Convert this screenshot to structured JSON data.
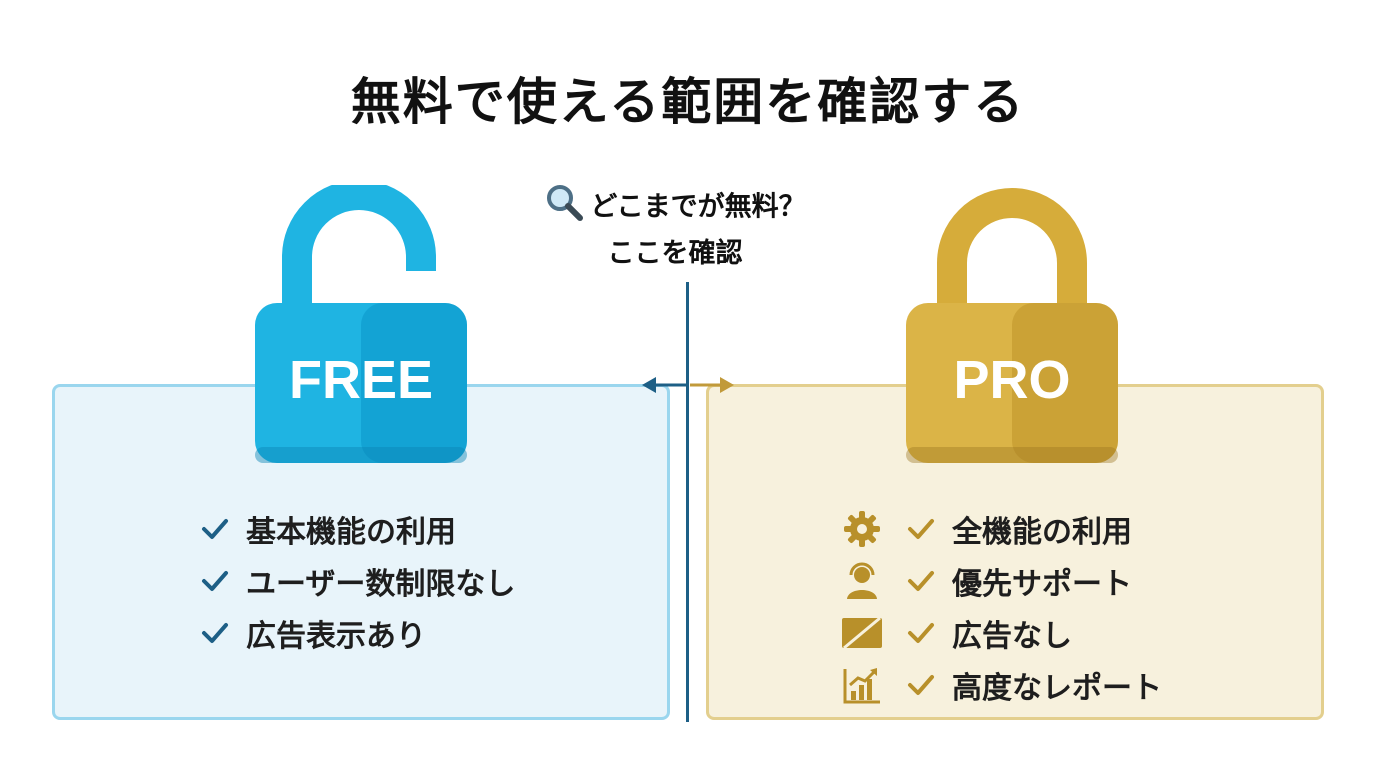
{
  "title": "無料で使える範囲を確認する",
  "center_note": {
    "line1": "どこまでが無料？",
    "line2": "ここを確認"
  },
  "free": {
    "label": "FREE",
    "color": "#1fb4e2",
    "items": [
      "基本機能の利用",
      "ユーザー数制限なし",
      "広告表示あり"
    ]
  },
  "pro": {
    "label": "PRO",
    "color": "#d6ac3a",
    "items": [
      {
        "text": "全機能の利用",
        "icon": "gear-icon"
      },
      {
        "text": "優先サポート",
        "icon": "support-agent-icon"
      },
      {
        "text": "広告なし",
        "icon": "no-ads-icon"
      },
      {
        "text": "高度なレポート",
        "icon": "growth-chart-icon"
      }
    ]
  }
}
